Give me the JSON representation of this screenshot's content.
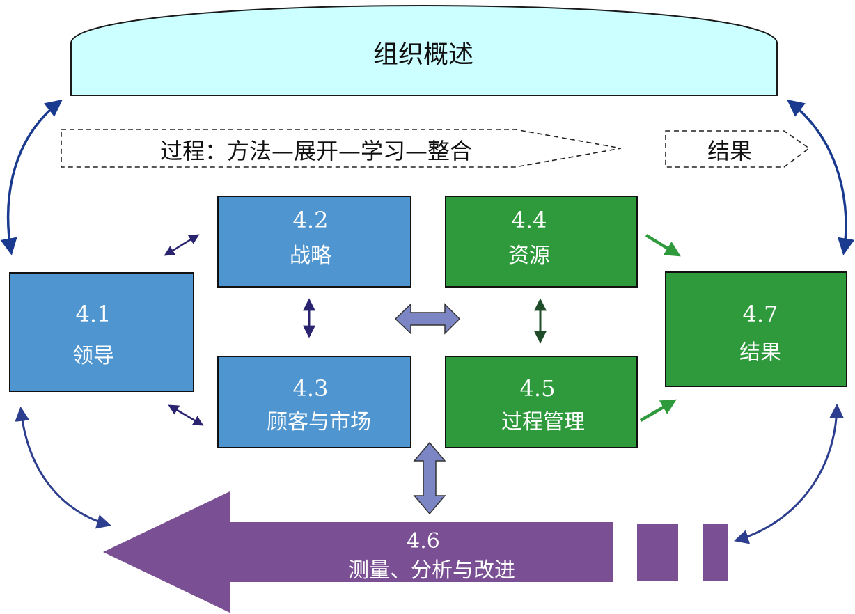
{
  "colors": {
    "overview_fill": "#ccffff",
    "blue_box": "#4f95cf",
    "green_box": "#2e9a3c",
    "purple": "#7a4f93",
    "connector_lavender": "#7d86c4",
    "arrow_navy": "#1a3a8f",
    "arrow_green": "#2e9a3c",
    "arrow_darkgreen": "#1f4d2a",
    "text_white": "#ffffff",
    "text_dark": "#111111"
  },
  "overview": {
    "label": "组织概述"
  },
  "process_banner": {
    "label": "过程：方法—展开—学习—整合"
  },
  "results_banner": {
    "label": "结果"
  },
  "boxes": {
    "leadership": {
      "number": "4.1",
      "label": "领导"
    },
    "strategy": {
      "number": "4.2",
      "label": "战略"
    },
    "customer_market": {
      "number": "4.3",
      "label": "顾客与市场"
    },
    "resources": {
      "number": "4.4",
      "label": "资源"
    },
    "process_management": {
      "number": "4.5",
      "label": "过程管理"
    },
    "results": {
      "number": "4.7",
      "label": "结果"
    },
    "measurement": {
      "number": "4.6",
      "label": "测量、分析与改进"
    }
  }
}
